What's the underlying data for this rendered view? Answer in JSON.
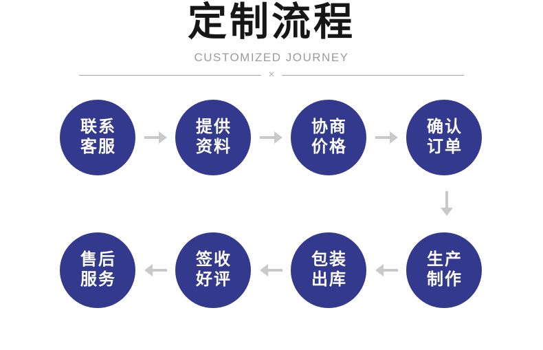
{
  "header": {
    "title": "定制流程",
    "subtitle": "CUSTOMIZED JOURNEY",
    "divider_symbol": "×"
  },
  "colors": {
    "circle_fill": "#333a8d",
    "circle_text": "#ffffff",
    "arrow": "#c9c9c9",
    "title_text": "#161616",
    "subtitle_text": "#9a9a9a",
    "divider_line": "#a8a8a8"
  },
  "flow": {
    "row1_arrow_direction": "right",
    "row2_arrow_direction": "left",
    "connector_between_rows": "down",
    "row1": [
      {
        "line1": "联系",
        "line2": "客服"
      },
      {
        "line1": "提供",
        "line2": "资料"
      },
      {
        "line1": "协商",
        "line2": "价格"
      },
      {
        "line1": "确认",
        "line2": "订单"
      }
    ],
    "row2": [
      {
        "line1": "售后",
        "line2": "服务"
      },
      {
        "line1": "签收",
        "line2": "好评"
      },
      {
        "line1": "包装",
        "line2": "出库"
      },
      {
        "line1": "生产",
        "line2": "制作"
      }
    ]
  }
}
